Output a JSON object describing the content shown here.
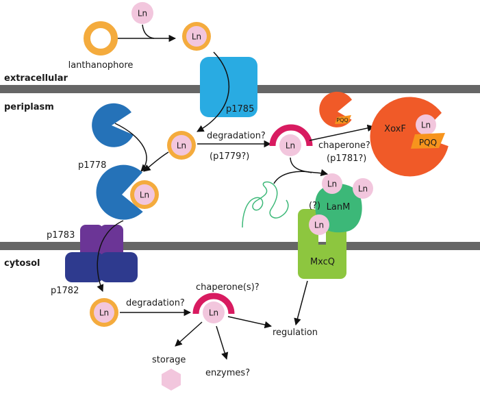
{
  "labels": {
    "lanthanophore": "lanthanophore",
    "extracellular": "extracellular",
    "periplasm": "periplasm",
    "cytosol": "cytosol",
    "p1785": "p1785",
    "p1778": "p1778",
    "p1783": "p1783",
    "p1782": "p1782",
    "degradation_peri": "degradation?",
    "p1779": "(p1779?)",
    "chaperone_peri": "chaperone?",
    "p1781": "(p1781?)",
    "xoxf": "XoxF",
    "pqq": "PQQ",
    "lanm": "LanM",
    "question": "(?)",
    "mxcq": "MxcQ",
    "degradation_cyto": "degradation?",
    "chaperones_cyto": "chaperone(s)?",
    "regulation": "regulation",
    "storage": "storage",
    "enzymes": "enzymes?",
    "ln": "Ln"
  },
  "colors": {
    "membrane": "#666666",
    "lanthanophore": "#f4ab3d",
    "ln_ion": "#f2c6dd",
    "transporter_blue": "#29abe2",
    "binding_protein": "#2572b8",
    "p1783": "#6b3596",
    "p1782": "#2e3a8e",
    "chaperone_arc": "#d81b60",
    "xoxf": "#f05a28",
    "pqq": "#f7941d",
    "lanm": "#3cb878",
    "mxcq": "#8dc63f",
    "hexagon": "#f2c6dd"
  }
}
